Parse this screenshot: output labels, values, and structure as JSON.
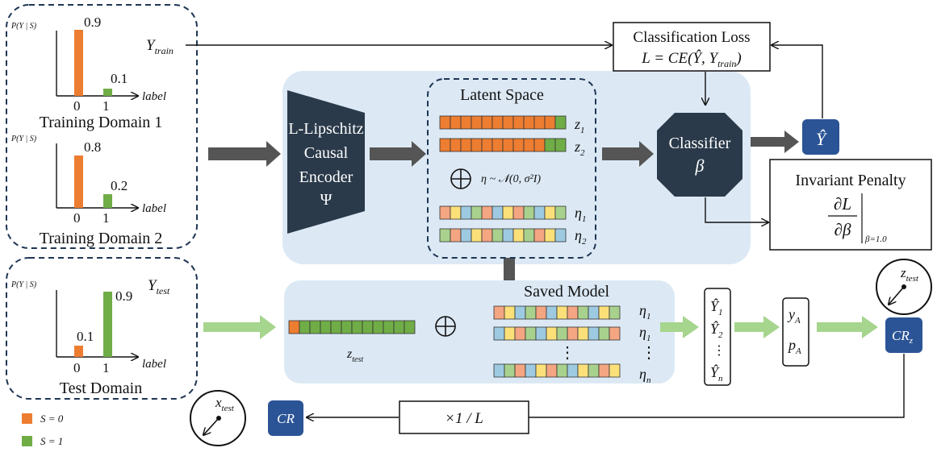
{
  "colors": {
    "orange": "#ed7d31",
    "green": "#70ad47",
    "panel": "#dce9f5",
    "navy": "#2b5496",
    "dark": "#2a3a4a",
    "noise": [
      "#f4a582",
      "#fbe07a",
      "#9ecae1",
      "#a9d18e",
      "#f4a582",
      "#9ecae1",
      "#fbe07a",
      "#f4a582",
      "#a9d18e",
      "#9ecae1",
      "#fbe07a",
      "#a9d18e"
    ]
  },
  "domains": {
    "y_axis_label": "P(Y | S)",
    "x_axis_label": "label",
    "tick_0": "0",
    "tick_1": "1",
    "training1": {
      "title": "Training Domain 1",
      "bars": [
        0.9,
        0.1
      ],
      "labels": [
        "0.9",
        "0.1"
      ]
    },
    "training2": {
      "title": "Training Domain 2",
      "bars": [
        0.8,
        0.2
      ],
      "labels": [
        "0.8",
        "0.2"
      ]
    },
    "test": {
      "title": "Test Domain",
      "bars": [
        0.1,
        0.9
      ],
      "labels": [
        "0.1",
        "0.9"
      ]
    },
    "y_train": "Y",
    "y_train_sub": "train",
    "y_test": "Y",
    "y_test_sub": "test"
  },
  "legend": {
    "s0": "S = 0",
    "s1": "S = 1"
  },
  "encoder": {
    "line1": "L-Lipschitz",
    "line2": "Causal",
    "line3": "Encoder",
    "symbol": "Ψ"
  },
  "latent": {
    "title": "Latent Space",
    "z1": "z",
    "z1_sub": "1",
    "z2": "z",
    "z2_sub": "2",
    "noise_formula": "η ~ 𝒩(0, σ²I)",
    "eta1": "η",
    "eta1_sub": "1",
    "eta2": "η",
    "eta2_sub": "2",
    "oplus": "⊕"
  },
  "classifier": {
    "label": "Classifier",
    "symbol": "β",
    "output": "Ŷ"
  },
  "loss": {
    "title": "Classification Loss",
    "formula": "L = CE(Ŷ, Y",
    "formula_sub": "train",
    "formula_end": ")"
  },
  "penalty": {
    "title": "Invariant Penalty",
    "numerator": "∂L",
    "denominator": "∂β",
    "eval": "β=1.0"
  },
  "saved": {
    "title": "Saved Model",
    "z_test": "z",
    "z_test_sub": "test",
    "oplus": "⊕",
    "eta1": "η",
    "eta1_sub": "1",
    "eta2": "η",
    "eta2_sub": "1",
    "etan": "η",
    "etan_sub": "n",
    "vdots": "⋮"
  },
  "predictions": {
    "y1": "Ŷ",
    "y1_sub": "1",
    "y2": "Ŷ",
    "y2_sub": "2",
    "yn": "Ŷ",
    "yn_sub": "n",
    "vdots": "⋮"
  },
  "stats": {
    "yA": "y",
    "yA_sub": "A",
    "pA": "p",
    "pA_sub": "A"
  },
  "outputs": {
    "crz": "CR",
    "crz_sub": "z",
    "cr": "CR",
    "scale": "×1 / L",
    "z_test_ball": "z",
    "z_test_ball_sub": "test",
    "x_test_ball": "x",
    "x_test_ball_sub": "test"
  }
}
